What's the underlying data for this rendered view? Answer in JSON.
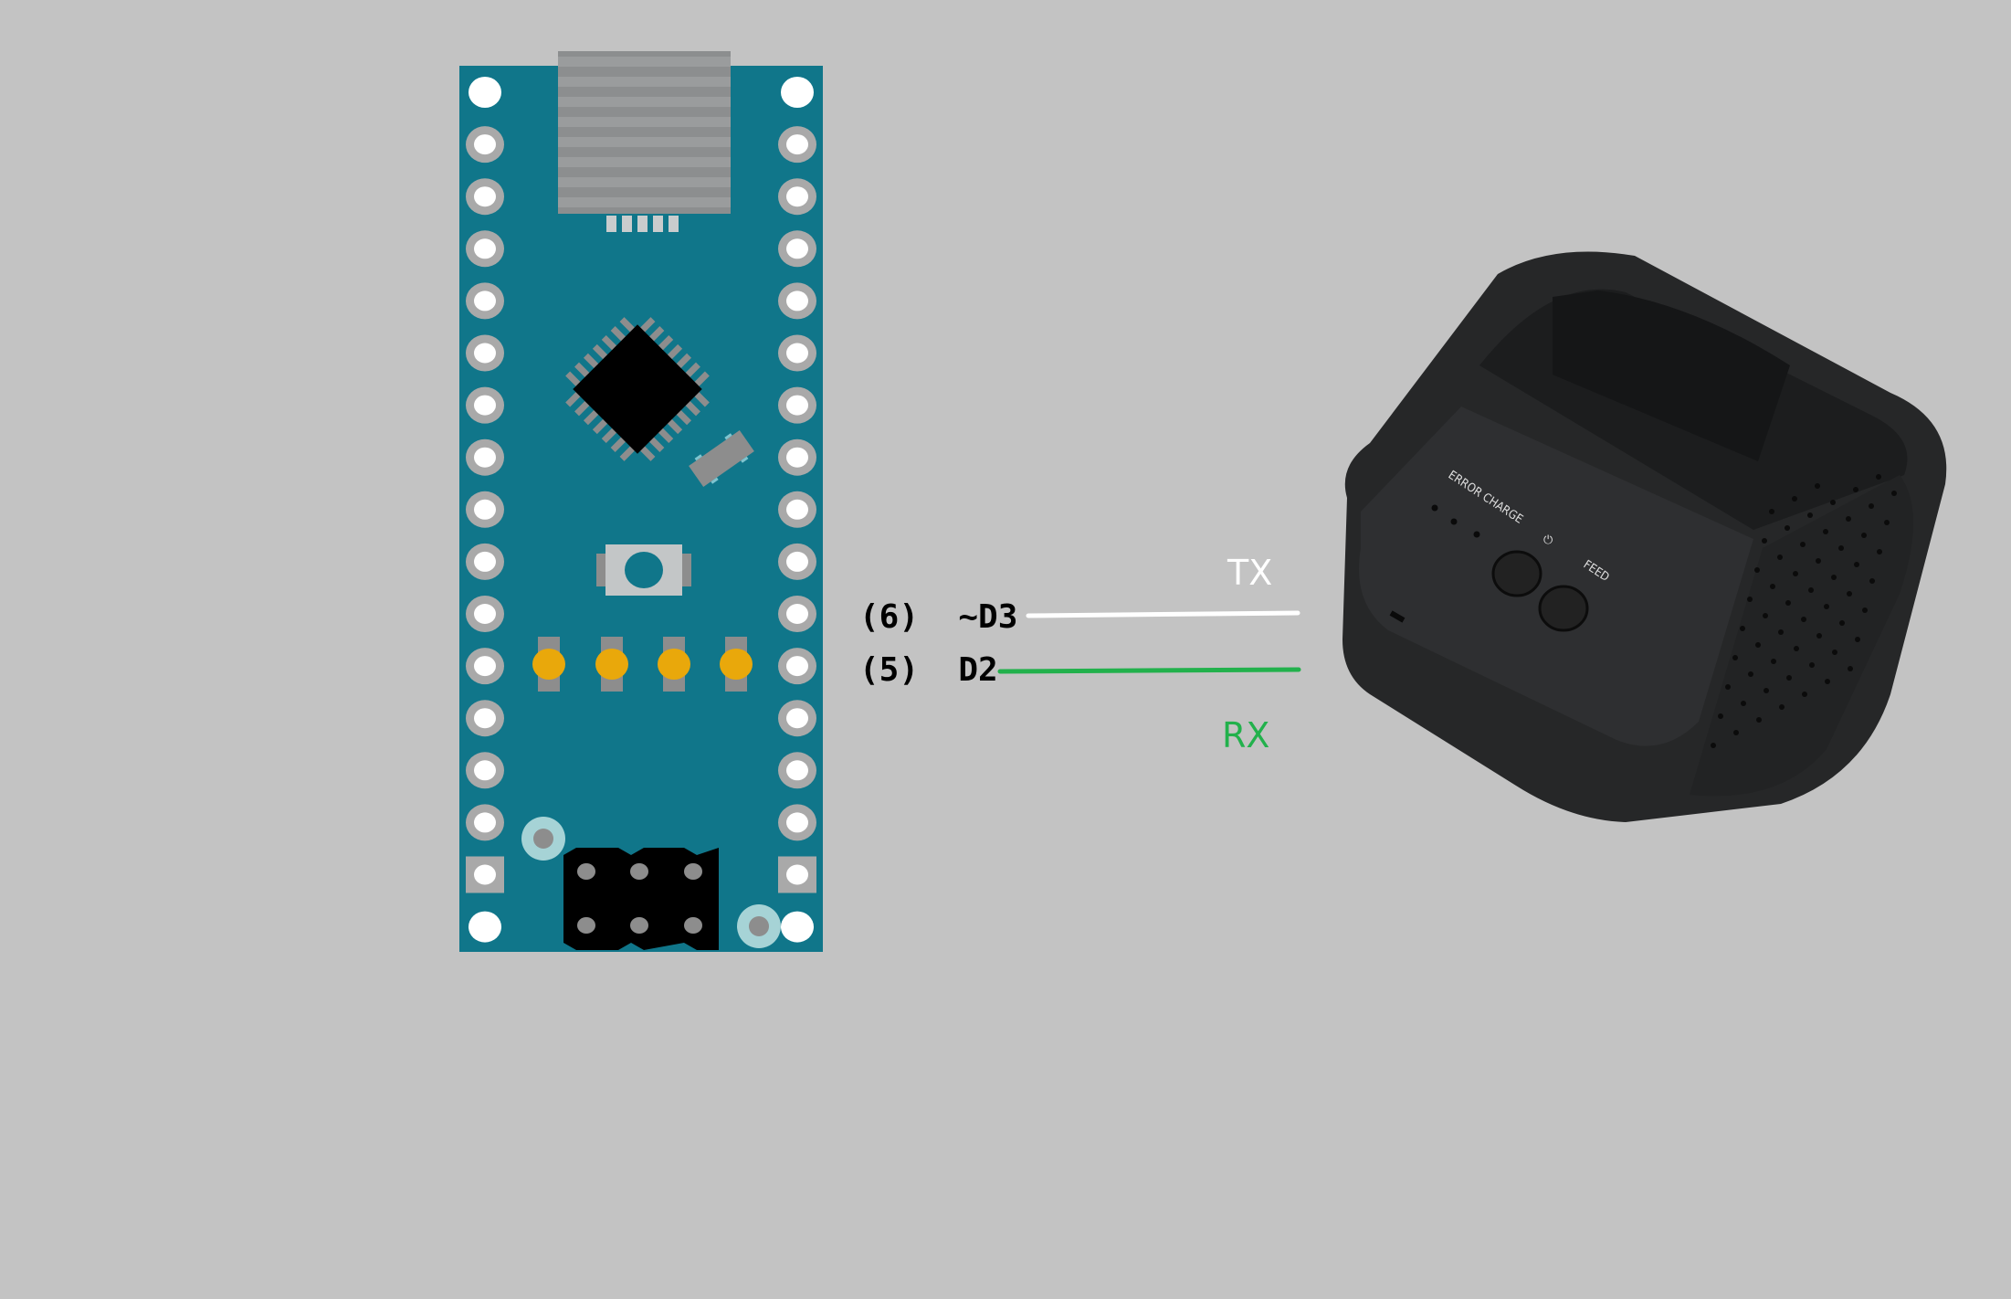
{
  "board": {
    "pin_rows": 17,
    "colors": {
      "pcb": "#10768a",
      "pad": "#a9a9a9",
      "hole": "#ffffff",
      "led": "#e9a80b",
      "chip": "#000000",
      "heatsink": "#9a9c9d"
    }
  },
  "connections": [
    {
      "pin_label": "(6)  ~D3",
      "signal": "TX",
      "wire_color": "#ffffff"
    },
    {
      "pin_label": "(5)  D2",
      "signal": "RX",
      "wire_color": "#22b14c"
    }
  ],
  "printer": {
    "indicator_labels": "ERROR CHARGE",
    "feed_label": "FEED",
    "power_icon": "power-icon",
    "body_color": "#262728"
  }
}
